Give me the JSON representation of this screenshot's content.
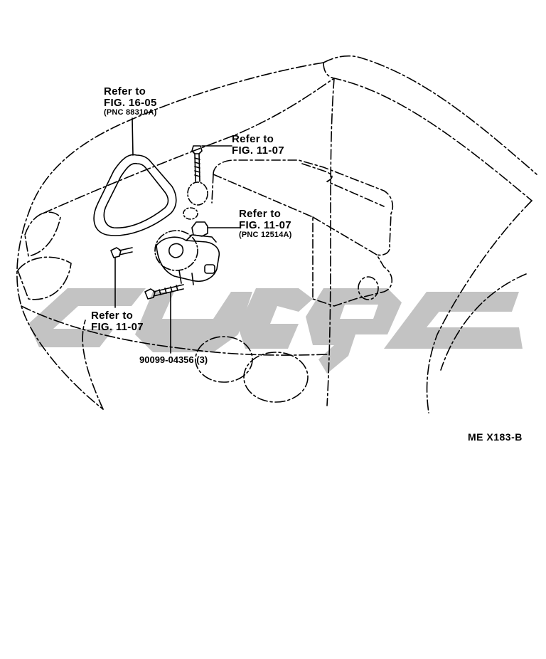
{
  "callouts": {
    "belt": {
      "line1": "Refer to",
      "line2": "FIG. 16-05",
      "line3": "(PNC 88310A)"
    },
    "bolt_top": {
      "line1": "Refer  to",
      "line2": "FIG. 11-07"
    },
    "connector": {
      "line1": "Refer to",
      "line2": "FIG. 11-07",
      "line3": "(PNC 12514A)"
    },
    "bolt_left": {
      "line1": "Refer  to",
      "line2": "FIG. 11-07"
    }
  },
  "part_number": "90099-04356 (3)",
  "drawing_code": "ME  X183-B",
  "colors": {
    "line": "#000000",
    "watermark": "#bdbdbd",
    "background": "#ffffff"
  }
}
